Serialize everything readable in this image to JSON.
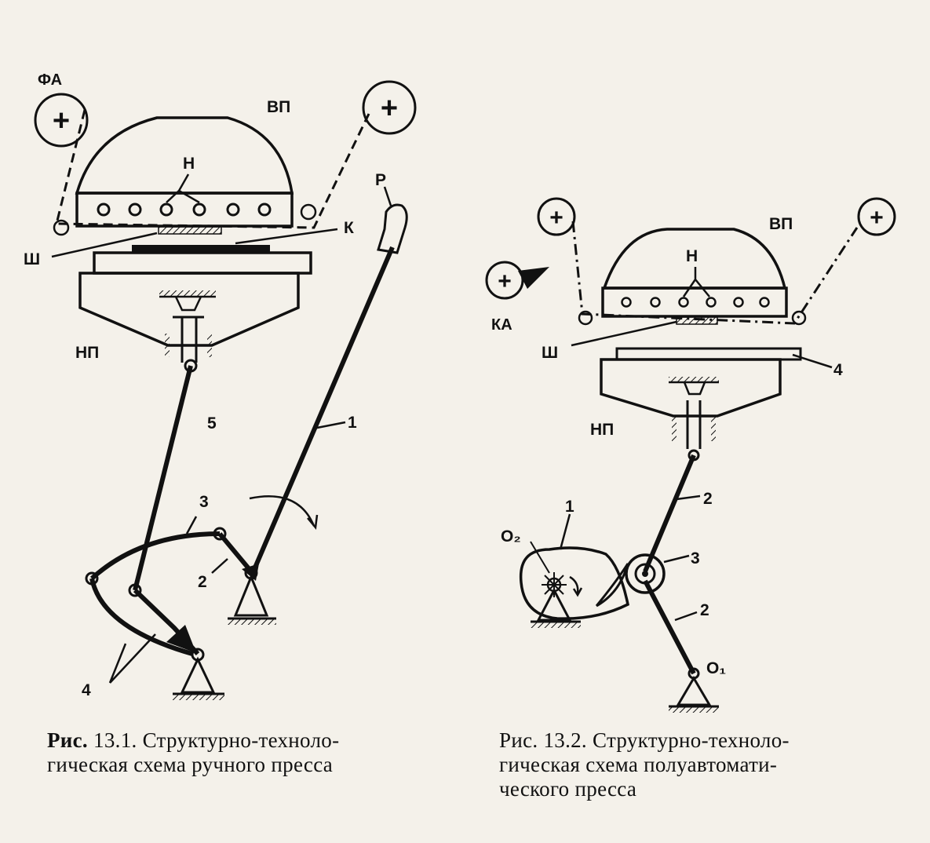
{
  "figure1": {
    "labels": {
      "fa": "ФА",
      "vp": "ВП",
      "n": "Н",
      "k": "К",
      "sh": "Ш",
      "np": "НП",
      "p": "Р",
      "link1": "1",
      "link2": "2",
      "link3": "3",
      "link4": "4",
      "link5": "5",
      "plus_left": "+",
      "plus_right": "+"
    },
    "caption": {
      "prefix": "Рис.",
      "number": "13.1.",
      "line1": "Структурно-техноло-",
      "line2": "гическая схема ручного пресса"
    }
  },
  "figure2": {
    "labels": {
      "vp": "ВП",
      "n": "Н",
      "ka": "КА",
      "sh": "Ш",
      "np": "НП",
      "link1": "1",
      "link2a": "2",
      "link2b": "2",
      "link3": "3",
      "link4": "4",
      "o2": "O₂",
      "o1": "O₁",
      "plus_left": "+",
      "plus_right": "+",
      "plus_ka": "+"
    },
    "caption": {
      "prefix": "Рис.",
      "number": "13.2.",
      "line1": "Структурно-техноло-",
      "line2": "гическая схема  полуавтомати-",
      "line3": "ческого пресса"
    }
  }
}
